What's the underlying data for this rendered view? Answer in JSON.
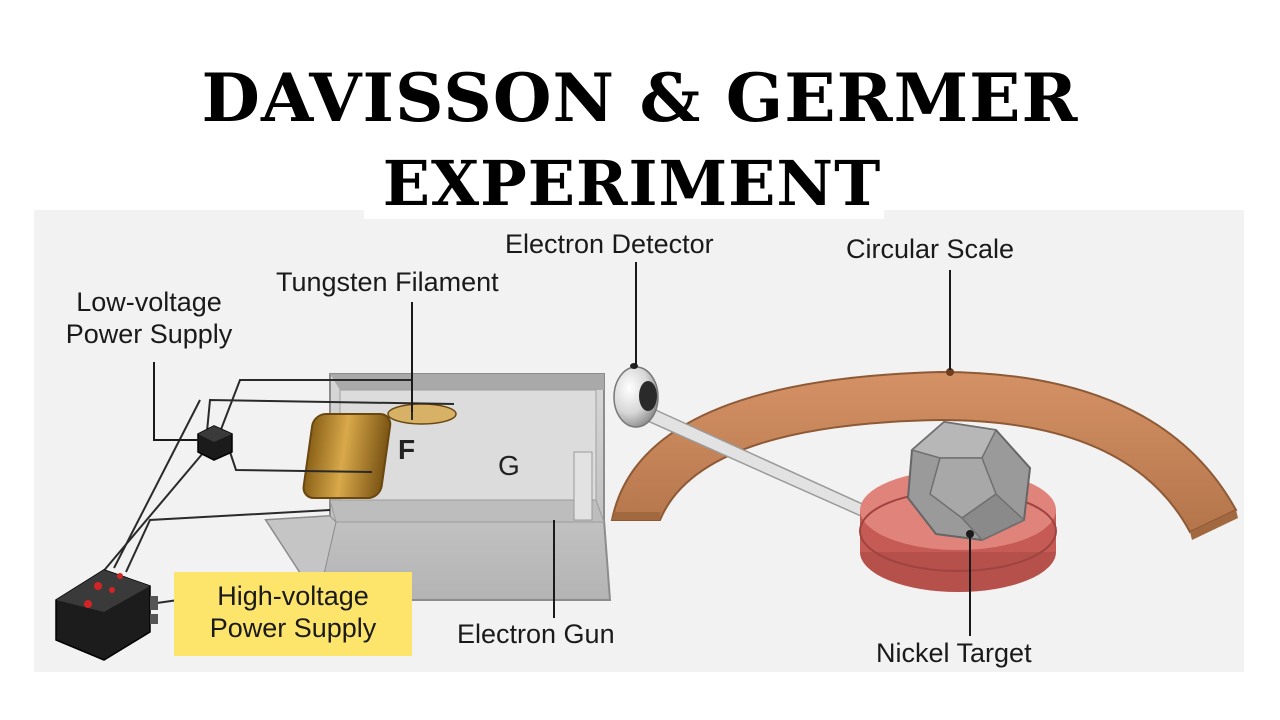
{
  "title": {
    "line1": "DAVISSON & GERMER",
    "line2": "EXPERIMENT"
  },
  "labels": {
    "low_voltage": "Low-voltage Power Supply",
    "tungsten_filament": "Tungsten Filament",
    "electron_detector": "Electron Detector",
    "circular_scale": "Circular Scale",
    "high_voltage": "High-voltage Power Supply",
    "electron_gun": "Electron Gun",
    "nickel_target": "Nickel Target",
    "filament_letter": "F",
    "gun_letter": "G"
  },
  "colors": {
    "label_highlight": "#fde56c",
    "circular_scale": "#c8875a",
    "nickel_target": "#9a9a9a",
    "target_base": "#d0605a",
    "filament": "#b8862e",
    "gun_housing": "#c9c9c9",
    "power_supply": "#1c1c1c",
    "indicator_lights": "#d22424"
  }
}
